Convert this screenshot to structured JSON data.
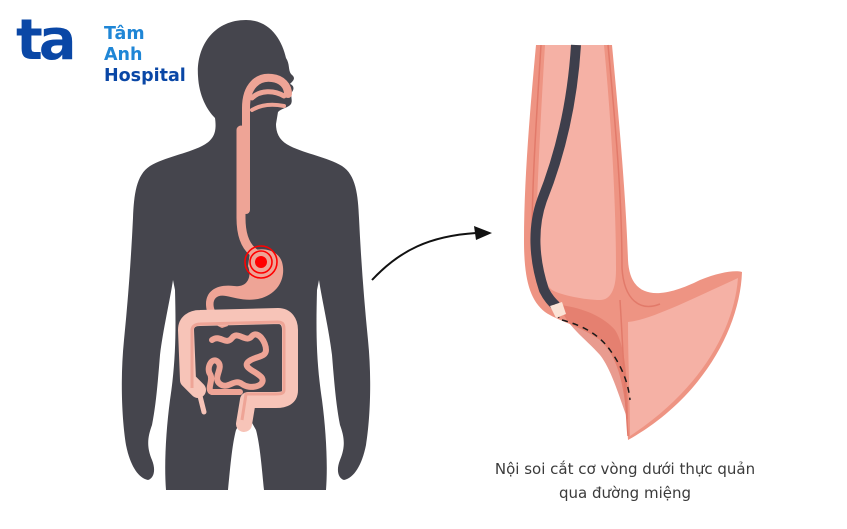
{
  "logo": {
    "mark": "ta",
    "line1": "Tâm Anh",
    "line2": "Hospital"
  },
  "colors": {
    "brand": "#0a47a6",
    "brand_light": "#1f86d6",
    "body_silhouette": "#45454d",
    "organ_pink": "#eea496",
    "organ_light": "#f7c4b8",
    "tissue_light": "#f5b1a5",
    "tissue_mid": "#ee9483",
    "tissue_dark": "#e27a6a",
    "endoscope": "#3e3f4c",
    "pain_red": "#ff0000",
    "arrow": "#111111",
    "caption_text": "#3b3b3b"
  },
  "illustration": {
    "left_panel": "human-body-digestive-system",
    "highlight": "pain-marker-at-lower-esophageal-sphincter",
    "arrow": "zoom-arrow",
    "right_panel": "esophagus-stomach-junction-with-endoscope"
  },
  "caption": {
    "line1": "Nội soi cắt cơ vòng dưới thực quản",
    "line2": "qua đường miệng"
  }
}
